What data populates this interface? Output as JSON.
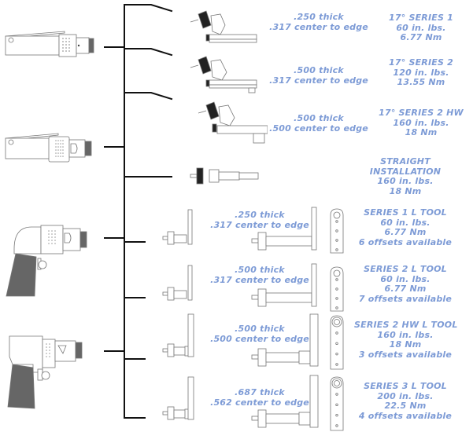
{
  "diagram": {
    "text_color": "#7d9bd6",
    "line_color": "#111111",
    "power_tools": [
      {
        "id": "inline-tool-1",
        "type": "inline",
        "variant": "dots-grid"
      },
      {
        "id": "inline-tool-2",
        "type": "inline",
        "variant": "dots-d-button"
      },
      {
        "id": "pistol-tool-1",
        "type": "pistol",
        "variant": "round-back"
      },
      {
        "id": "pistol-tool-2",
        "type": "pistol",
        "variant": "square-back"
      }
    ],
    "attachments": [
      {
        "type": "angle-head",
        "dims": [
          ".250 thick",
          ".317 center to edge"
        ],
        "specs": [
          "17° SERIES 1",
          "60 in. lbs.",
          "6.77 Nm"
        ]
      },
      {
        "type": "angle-head",
        "dims": [
          ".500 thick",
          ".317 center to edge"
        ],
        "specs": [
          "17° SERIES 2",
          "120 in. lbs.",
          "13.55 Nm"
        ]
      },
      {
        "type": "angle-head-hw",
        "dims": [
          ".500 thick",
          ".500 center to edge"
        ],
        "specs": [
          "17° SERIES 2 HW",
          "160 in. lbs.",
          "18 Nm"
        ]
      },
      {
        "type": "straight",
        "dims": [],
        "specs": [
          "STRAIGHT",
          "INSTALLATION",
          "160 in. lbs.",
          "18 Nm"
        ]
      },
      {
        "type": "l-tool",
        "dims": [
          ".250 thick",
          ".317 center to edge"
        ],
        "specs": [
          "SERIES 1 L TOOL",
          "60 in. lbs.",
          "6.77 Nm",
          "6 offsets available"
        ]
      },
      {
        "type": "l-tool",
        "dims": [
          ".500 thick",
          ".317 center to edge"
        ],
        "specs": [
          "SERIES 2 L TOOL",
          "60 in. lbs.",
          "6.77 Nm",
          "7 offsets available"
        ]
      },
      {
        "type": "l-tool-hw",
        "dims": [
          ".500 thick",
          ".500 center to edge"
        ],
        "specs": [
          "SERIES 2 HW L TOOL",
          "160 in. lbs.",
          "18 Nm",
          "3 offsets available"
        ]
      },
      {
        "type": "l-tool-hw",
        "dims": [
          ".687 thick",
          ".562 center to edge"
        ],
        "specs": [
          "SERIES 3 L TOOL",
          "200 in. lbs.",
          "22.5 Nm",
          "4 offsets available"
        ]
      }
    ]
  }
}
